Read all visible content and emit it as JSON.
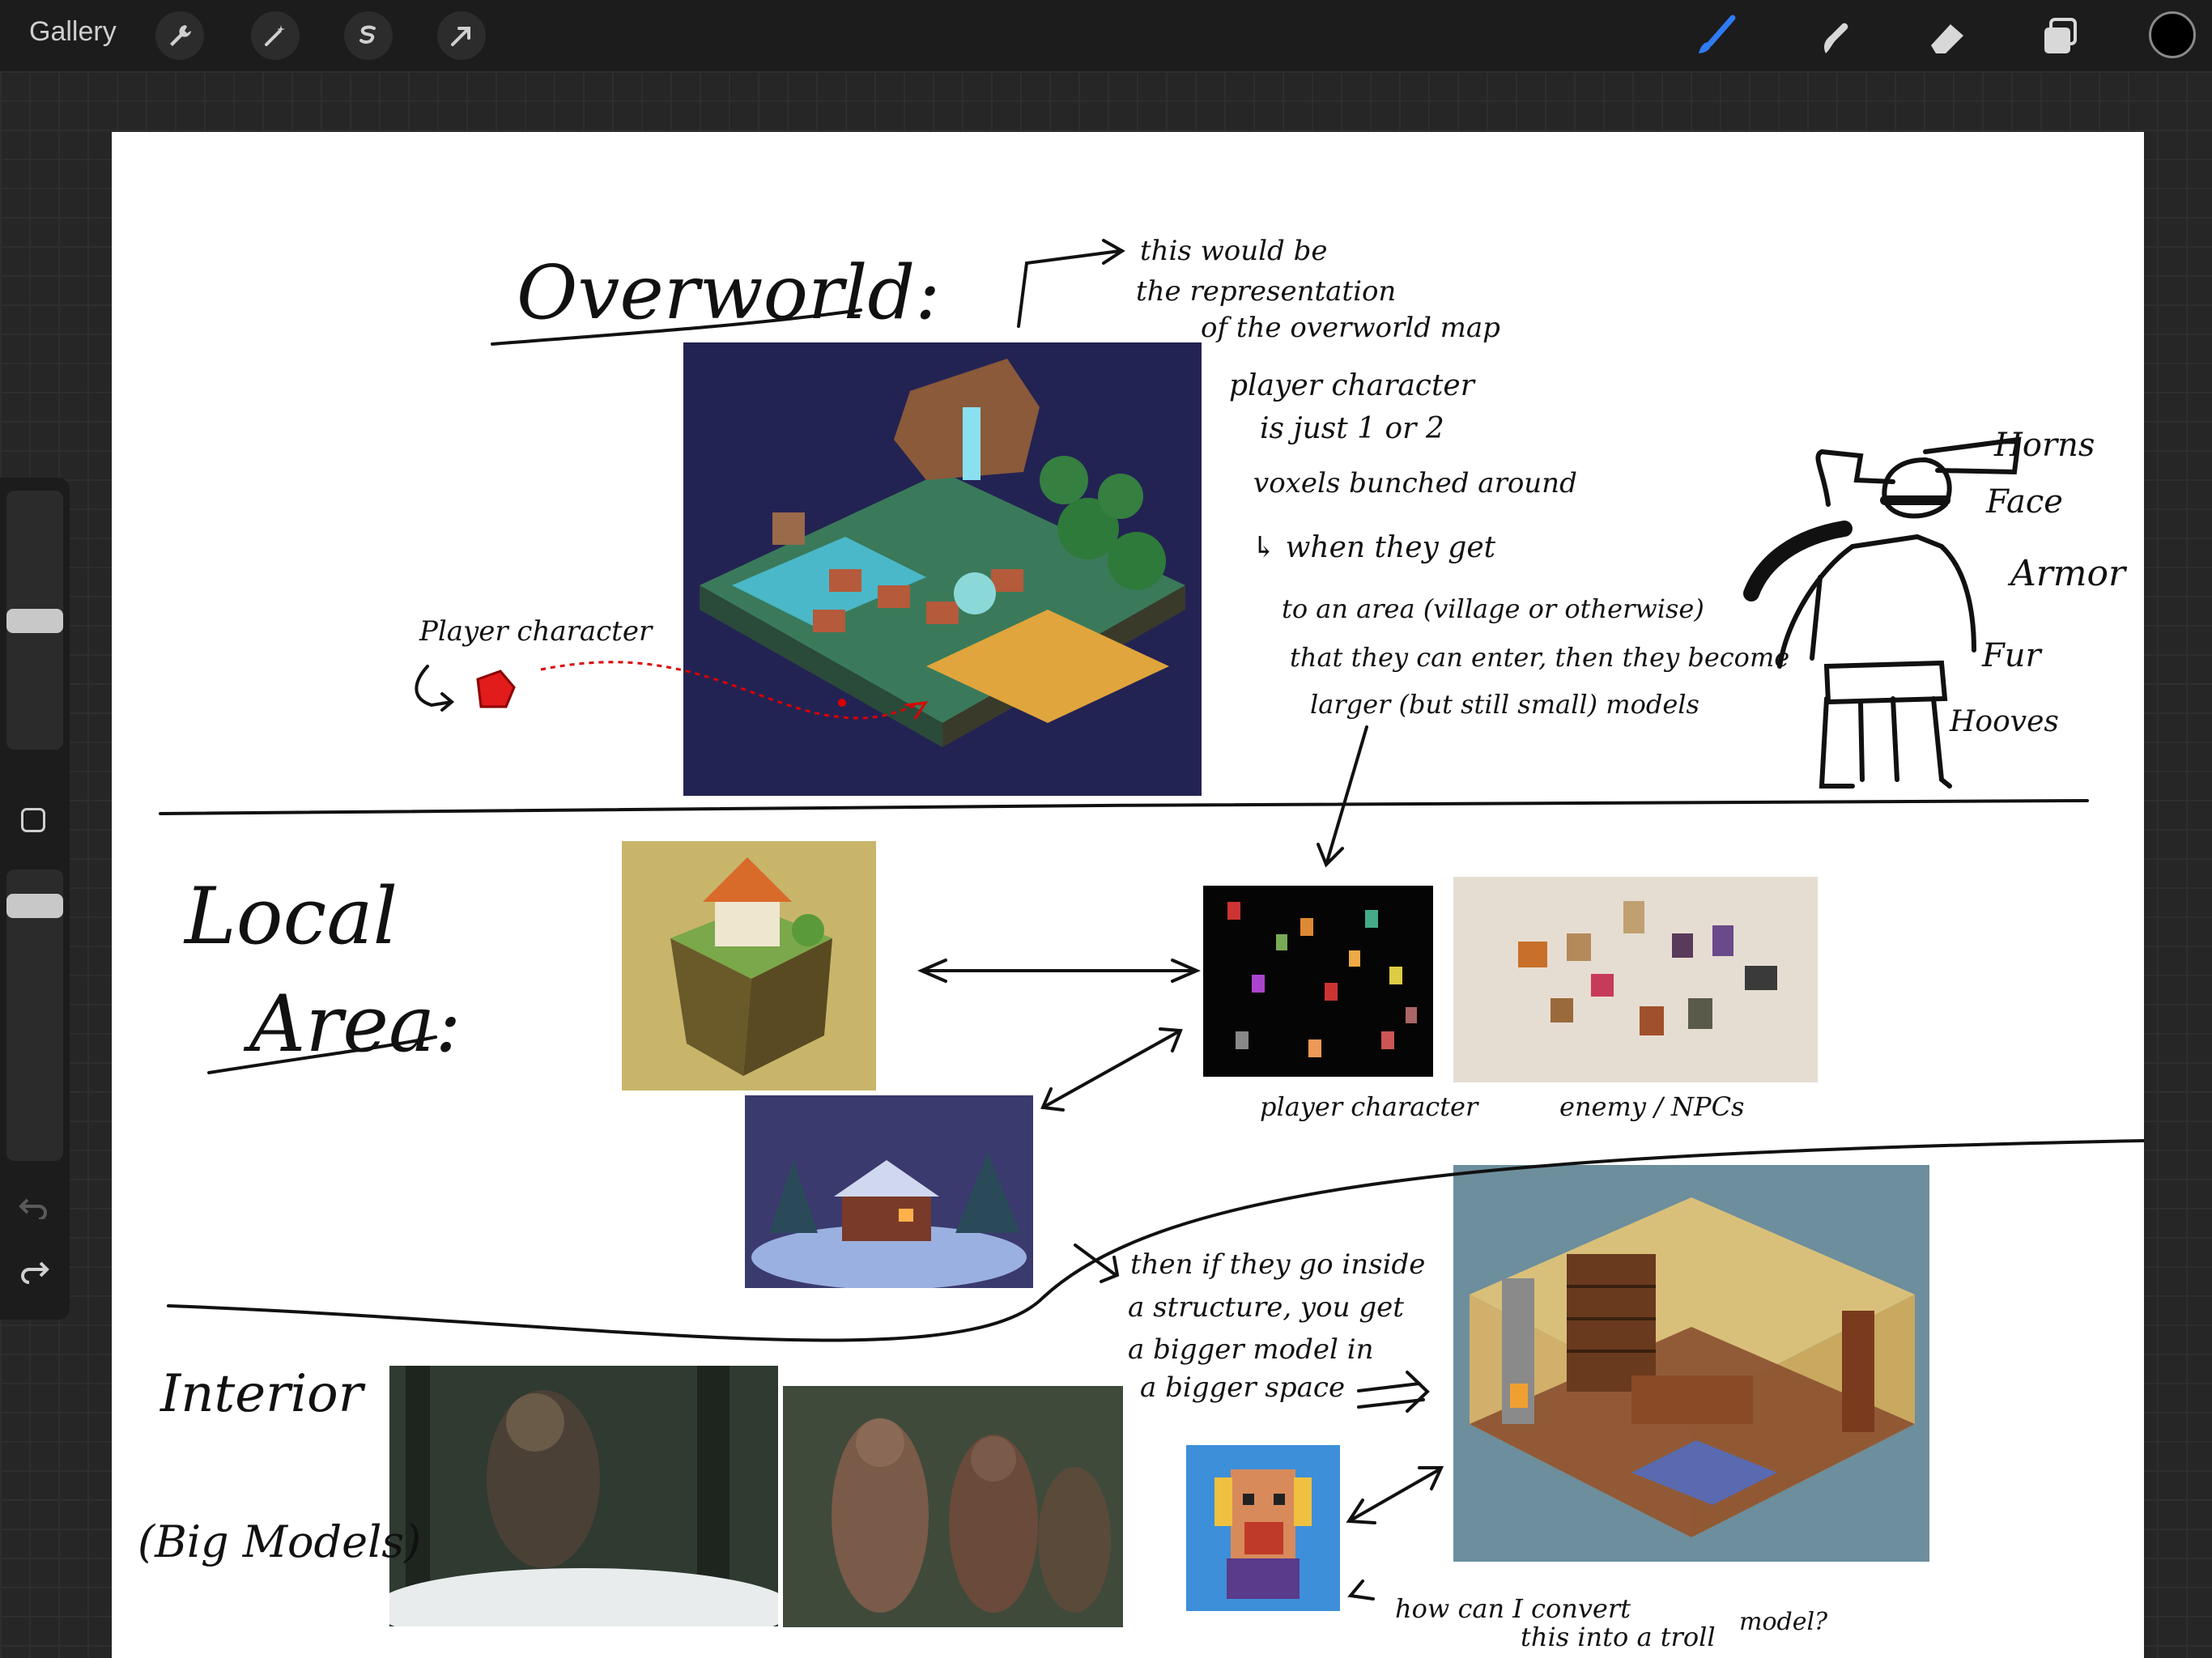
{
  "app": {
    "gallery_label": "Gallery",
    "toolbar_left": [
      {
        "name": "actions-wrench-icon"
      },
      {
        "name": "adjustments-wand-icon"
      },
      {
        "name": "selection-icon"
      },
      {
        "name": "transform-arrow-icon"
      }
    ],
    "toolbar_right": [
      {
        "name": "brush-icon",
        "active": true
      },
      {
        "name": "smudge-icon"
      },
      {
        "name": "eraser-icon"
      },
      {
        "name": "layers-icon"
      }
    ],
    "current_color": "#000000",
    "accent_color": "#2f7bf5"
  },
  "sketch": {
    "overworld_title": "Overworld:",
    "overworld_note_lines": [
      "this would be",
      "the representation",
      "of the overworld map"
    ],
    "player_note_lines": [
      "player character",
      "is just 1 or 2",
      "voxels bunched around",
      "↳ when they get",
      "to an area (village or otherwise)",
      "that they can enter, then they become",
      "larger (but still small) models"
    ],
    "player_label": "Player character",
    "horns_labels": [
      "Horns",
      "Face",
      "Armor",
      "Fur",
      "Hooves"
    ],
    "local_area_title_line1": "Local",
    "local_area_title_line2": "Area:",
    "player_character_caption": "player character",
    "enemy_caption": "enemy / NPCs",
    "interior_title_line1": "Interior",
    "interior_title_line2": "(Big Models)",
    "interior_note_lines": [
      "then if they go inside",
      "a structure, you get",
      "a bigger model in",
      "a bigger space"
    ],
    "question_lines": [
      "how can I convert",
      "this into a troll",
      "model?"
    ]
  }
}
